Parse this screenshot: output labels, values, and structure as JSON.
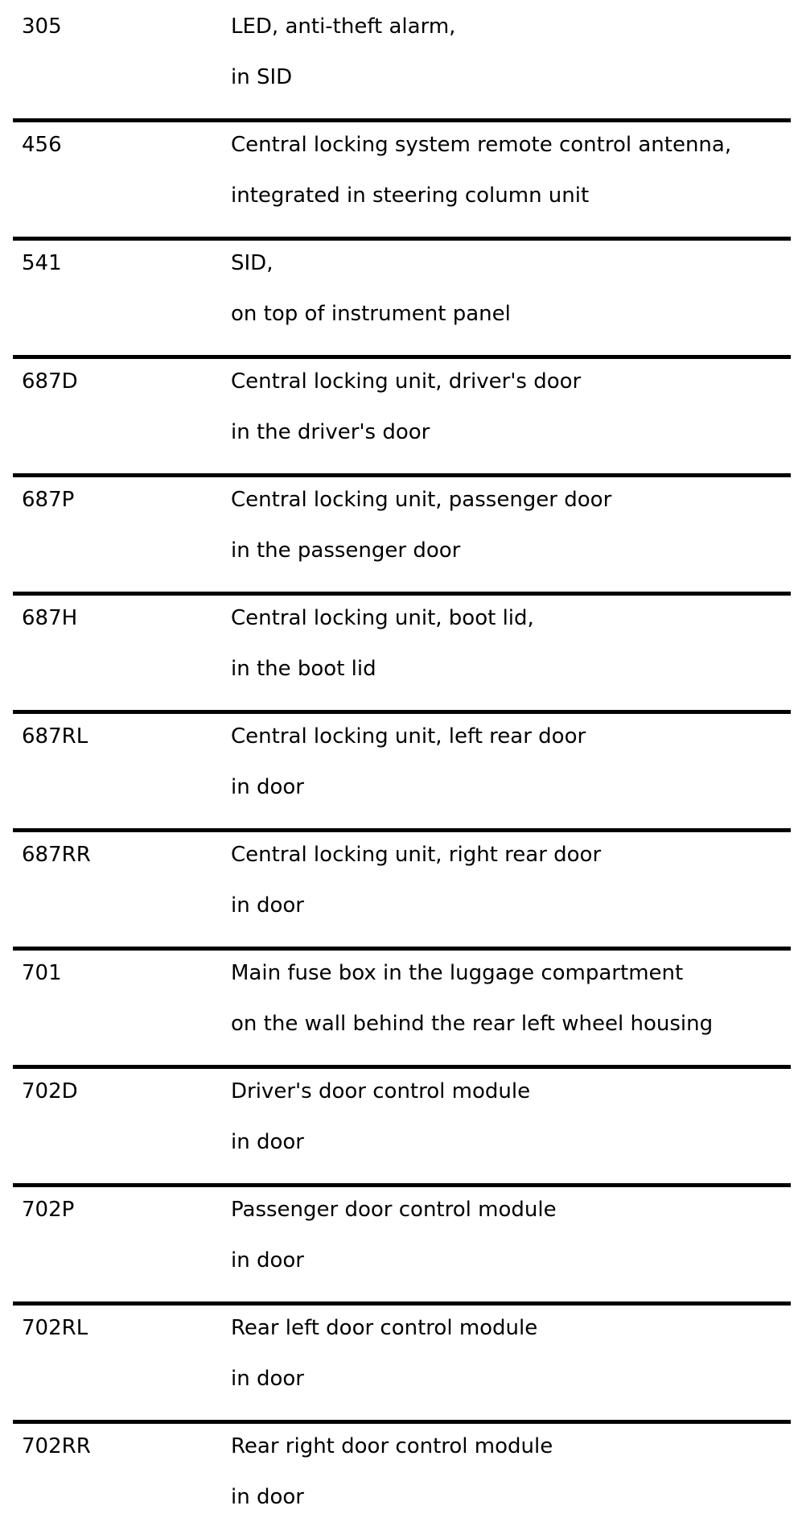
{
  "page": {
    "background_color": "#ffffff",
    "text_color": "#000000",
    "divider_color": "#000000"
  },
  "component_table": {
    "rows": [
      {
        "code": "305",
        "line1": "LED, anti-theft alarm,",
        "line2": "in SID"
      },
      {
        "code": "456",
        "line1": "Central locking system remote control antenna,",
        "line2": "integrated in steering column unit"
      },
      {
        "code": "541",
        "line1": "SID,",
        "line2": "on top of instrument panel"
      },
      {
        "code": "687D",
        "line1": "Central locking unit, driver's door",
        "line2": "in the driver's door"
      },
      {
        "code": "687P",
        "line1": "Central locking unit, passenger door",
        "line2": "in the passenger door"
      },
      {
        "code": "687H",
        "line1": "Central locking unit, boot lid,",
        "line2": "in the boot lid"
      },
      {
        "code": "687RL",
        "line1": "Central locking unit, left rear door",
        "line2": "in door"
      },
      {
        "code": "687RR",
        "line1": "Central locking unit, right rear door",
        "line2": "in door"
      },
      {
        "code": "701",
        "line1": "Main fuse box in the luggage compartment",
        "line2": "on the wall behind the rear left wheel housing"
      },
      {
        "code": "702D",
        "line1": "Driver's door control module",
        "line2": "in door"
      },
      {
        "code": "702P",
        "line1": "Passenger door control module",
        "line2": "in door"
      },
      {
        "code": "702RL",
        "line1": "Rear left door control module",
        "line2": "in door"
      },
      {
        "code": "702RR",
        "line1": "Rear right door control module",
        "line2": "in door"
      }
    ]
  }
}
